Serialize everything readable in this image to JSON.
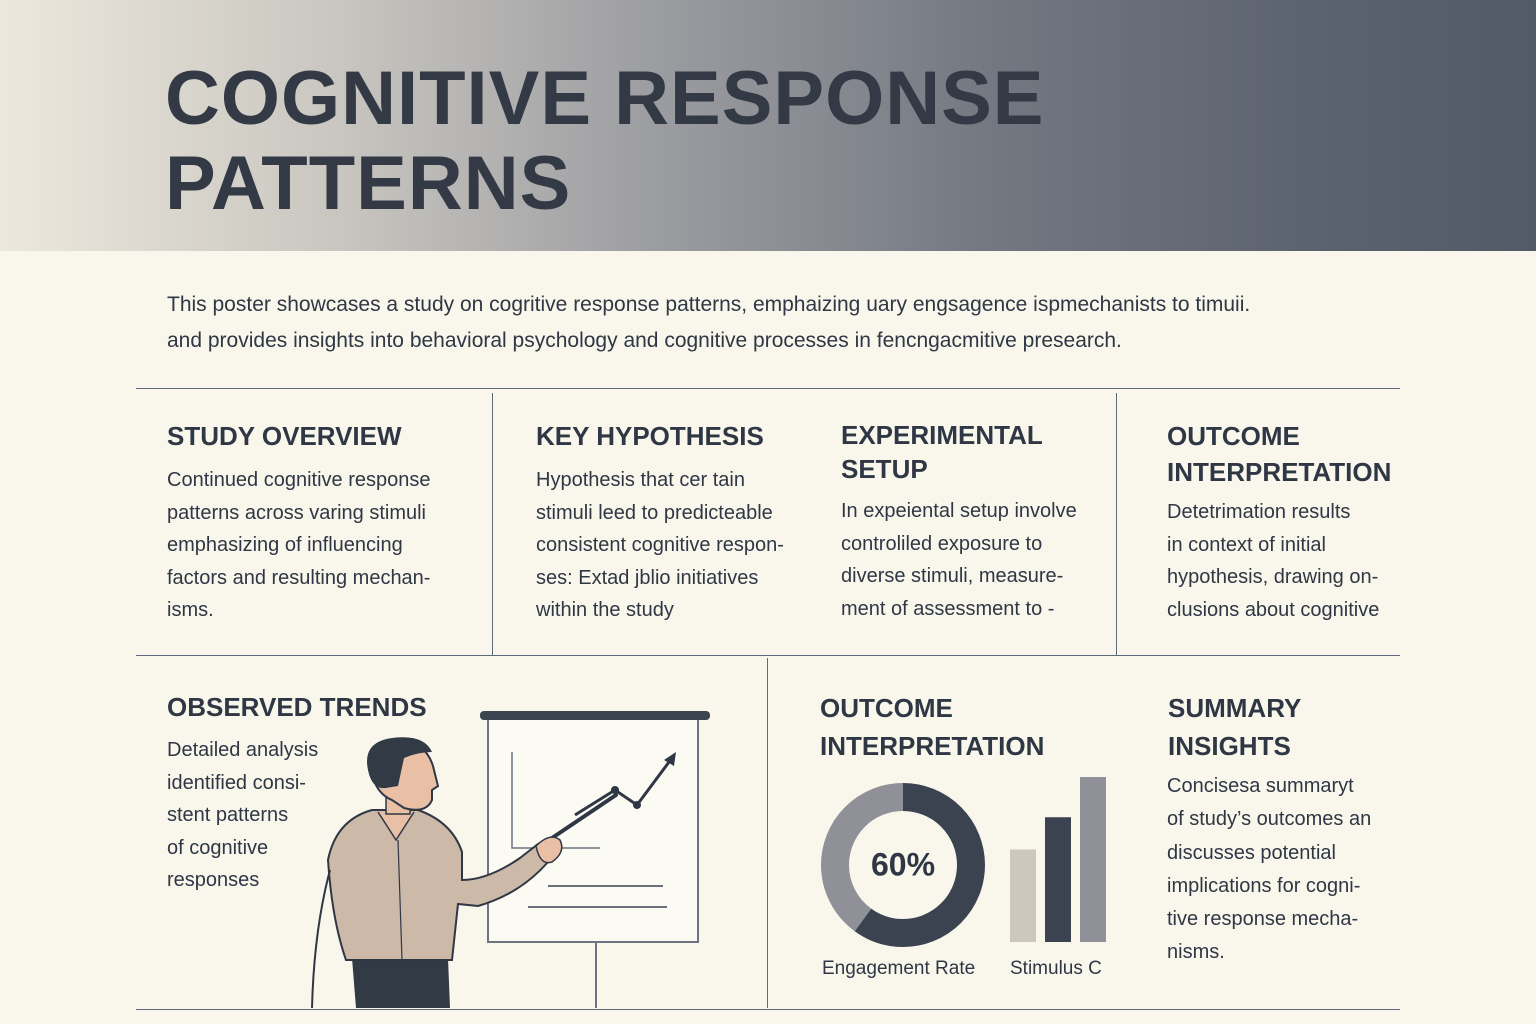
{
  "header": {
    "title": "COGNITIVE RESPONSE\nPATTERNS"
  },
  "intro": {
    "line1": "This poster showcases a study on cogritive response patterns, emphaizing uary engsagence ispmechanists to timuii.",
    "line2": "and provides insights into behavioral psychology and cognitive processes in fencngacmitive presearch."
  },
  "sections": {
    "study_overview": {
      "heading": "STUDY OVERVIEW",
      "body": "Continued cognitive response\npatterns across varing stimuli\nemphasizing of influencing\nfactors and resulting mechan-\nisms."
    },
    "key_hypothesis": {
      "heading": "KEY HYPOTHESIS",
      "body": "Hypothesis that cer tain\nstimuli leed to predicteable\nconsistent cognitive respon-\nses:  Extad jblio initiatives\nwithin the study"
    },
    "experimental_setup": {
      "heading": "EXPERIMENTAL\nSETUP",
      "body": "In expeiental setup involve\ncontroliled exposure to\ndiverse stimuli, measure-\nment of assessment to -"
    },
    "outcome_interpretation_top": {
      "heading": "OUTCOME\nINTERPRETATION",
      "body": "Detetrimation results\nin context of initial\nhypothesis, drawing on-\nclusions about cognitive"
    },
    "observed_trends": {
      "heading": "OBSERVED TRENDS",
      "body": "Detailed analysis\nidentified consi-\nstent patterns\nof cognitive\nresponses"
    },
    "outcome_interpretation_bottom": {
      "heading": "OUTCOME\nINTERPRETATION"
    },
    "summary_insights": {
      "heading": "SUMMARY\nINSIGHTS",
      "body": "Concisesa summaryt\nof study’s outcomes an\ndiscusses potential\nimplications for cogni-\ntive response mecha-\nnisms."
    }
  },
  "chart_data": [
    {
      "type": "pie",
      "values": [
        60,
        40
      ],
      "center_label": "60%",
      "caption": "Engagement Rate",
      "colors": [
        "#3b4250",
        "#8f9098"
      ]
    },
    {
      "type": "bar",
      "values": [
        46,
        62,
        82
      ],
      "caption": "Stimulus C",
      "colors": [
        "#cdc8bd",
        "#3b4250",
        "#8f9098"
      ]
    }
  ],
  "colors": {
    "dark": "#333a46",
    "rule": "#5e6a7a",
    "background": "#f9f7ec",
    "skin": "#e9bfa6",
    "shirt": "#cdb9a8"
  },
  "icons": [
    "presenter-illustration",
    "rising-trend-chart"
  ]
}
